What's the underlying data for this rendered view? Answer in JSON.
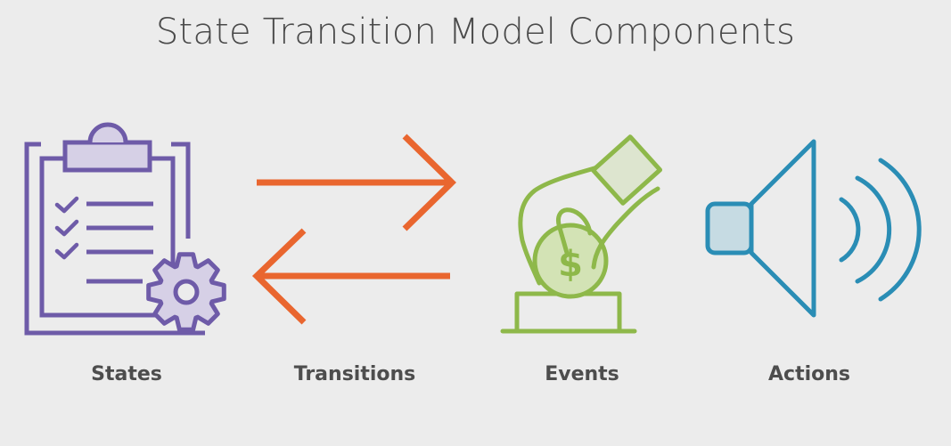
{
  "title": "State Transition Model Components",
  "components": [
    {
      "label": "States",
      "icon": "clipboard-gear-icon",
      "color": "#6e5ba8"
    },
    {
      "label": "Transitions",
      "icon": "bidirectional-arrows-icon",
      "color": "#e9662f"
    },
    {
      "label": "Events",
      "icon": "hand-coin-icon",
      "color": "#8eb84a"
    },
    {
      "label": "Actions",
      "icon": "speaker-icon",
      "color": "#2a8db5"
    }
  ]
}
